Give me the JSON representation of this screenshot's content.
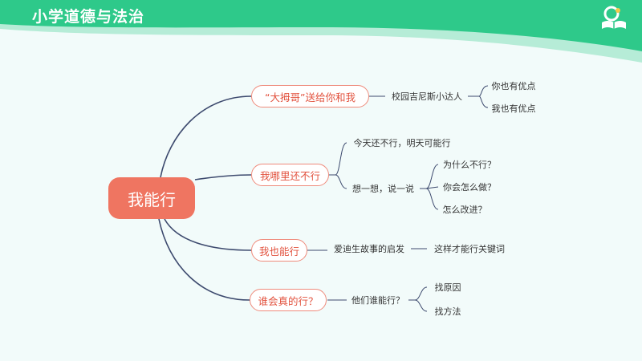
{
  "header": {
    "title": "小学道德与法治"
  },
  "logo": {
    "icon": "book-logo-icon"
  },
  "colors": {
    "header_green": "#2ec98a",
    "root_fill": "#ef7561",
    "branch_border": "#ef8b7c",
    "branch_text": "#e2523e",
    "connector": "#3d4a6e"
  },
  "mindmap": {
    "root": "我能行",
    "branches": [
      {
        "label": "“大拇哥”送给你和我",
        "children": [
          {
            "label": "校园吉尼斯小达人",
            "children": [
              "你也有优点",
              "我也有优点"
            ]
          }
        ]
      },
      {
        "label": "我哪里还不行",
        "children": [
          {
            "label": "今天还不行，明天可能行"
          },
          {
            "label": "想一想，说一说",
            "children": [
              "为什么不行？",
              "你会怎么做？",
              "怎么改进？"
            ]
          }
        ]
      },
      {
        "label": "我也能行",
        "children": [
          {
            "label": "爱迪生故事的启发",
            "children": [
              "这样才能行关键词"
            ]
          }
        ]
      },
      {
        "label": "谁会真的行？",
        "children": [
          {
            "label": "他们谁能行？",
            "children": [
              "找原因",
              "找方法"
            ]
          }
        ]
      }
    ]
  }
}
